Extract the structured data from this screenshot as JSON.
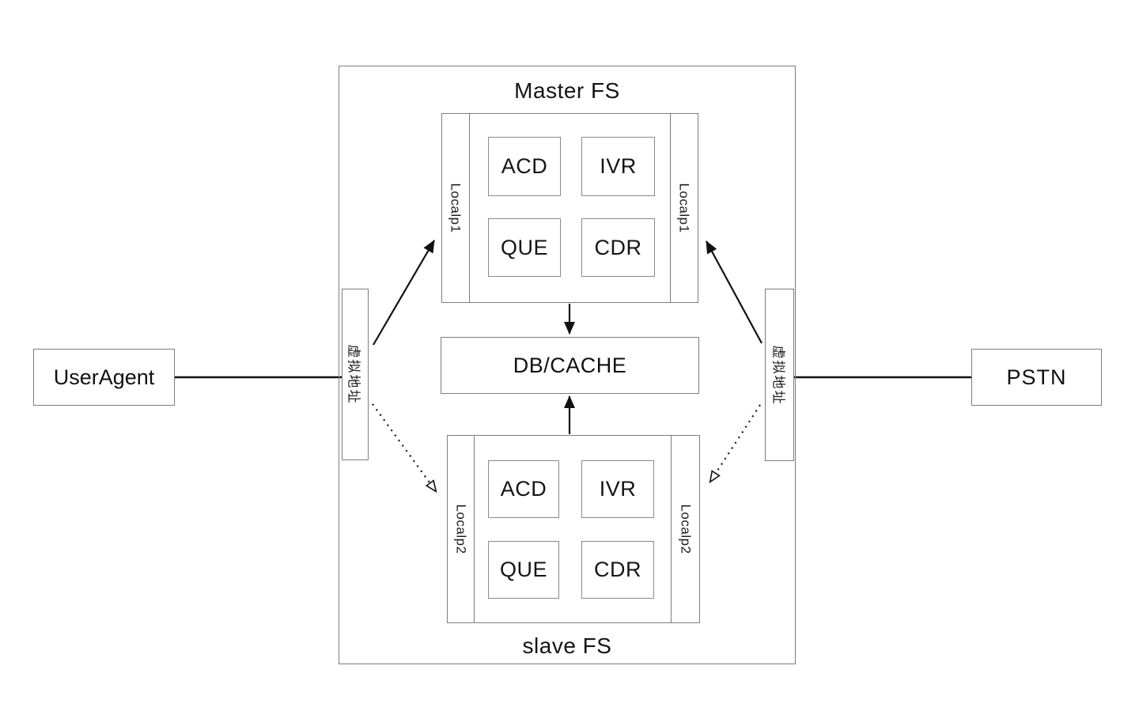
{
  "outer": {
    "master_label": "Master FS",
    "slave_label": "slave FS"
  },
  "endpoints": {
    "user_agent": "UserAgent",
    "pstn": "PSTN"
  },
  "virtual_address": {
    "left": "虚拟地址",
    "right": "虚拟地址"
  },
  "db_cache": {
    "label": "DB/CACHE"
  },
  "clusters": {
    "master": {
      "ip_left": "Localp1",
      "ip_right": "Localp1",
      "modules": [
        "ACD",
        "IVR",
        "QUE",
        "CDR"
      ]
    },
    "slave": {
      "ip_left": "Localp2",
      "ip_right": "Localp2",
      "modules": [
        "ACD",
        "IVR",
        "QUE",
        "CDR"
      ]
    }
  },
  "colors": {
    "background": "#ffffff",
    "box_border": "#7d7d7d",
    "module_border": "#8a8a8a",
    "text": "#151515",
    "arrow": "#111111"
  }
}
